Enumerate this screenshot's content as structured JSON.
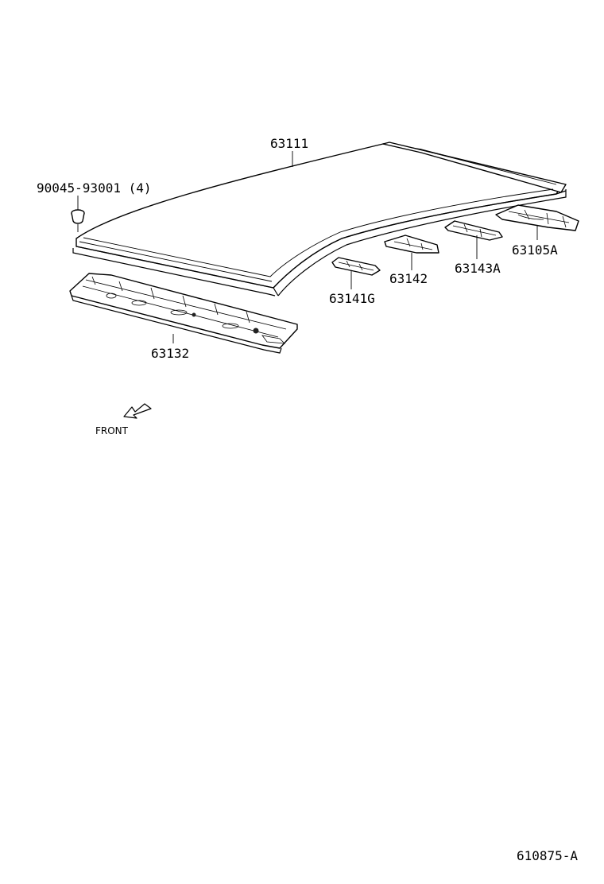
{
  "labels": {
    "roof_panel": "63111",
    "clip": "90045-93001 (4)",
    "front_header": "63132",
    "bow_1": "63141G",
    "bow_2": "63142",
    "bow_3": "63143A",
    "rear_header": "63105A"
  },
  "direction": {
    "text": "FRONT",
    "icon": "front-arrow-icon"
  },
  "diagram_id": "610875-A"
}
